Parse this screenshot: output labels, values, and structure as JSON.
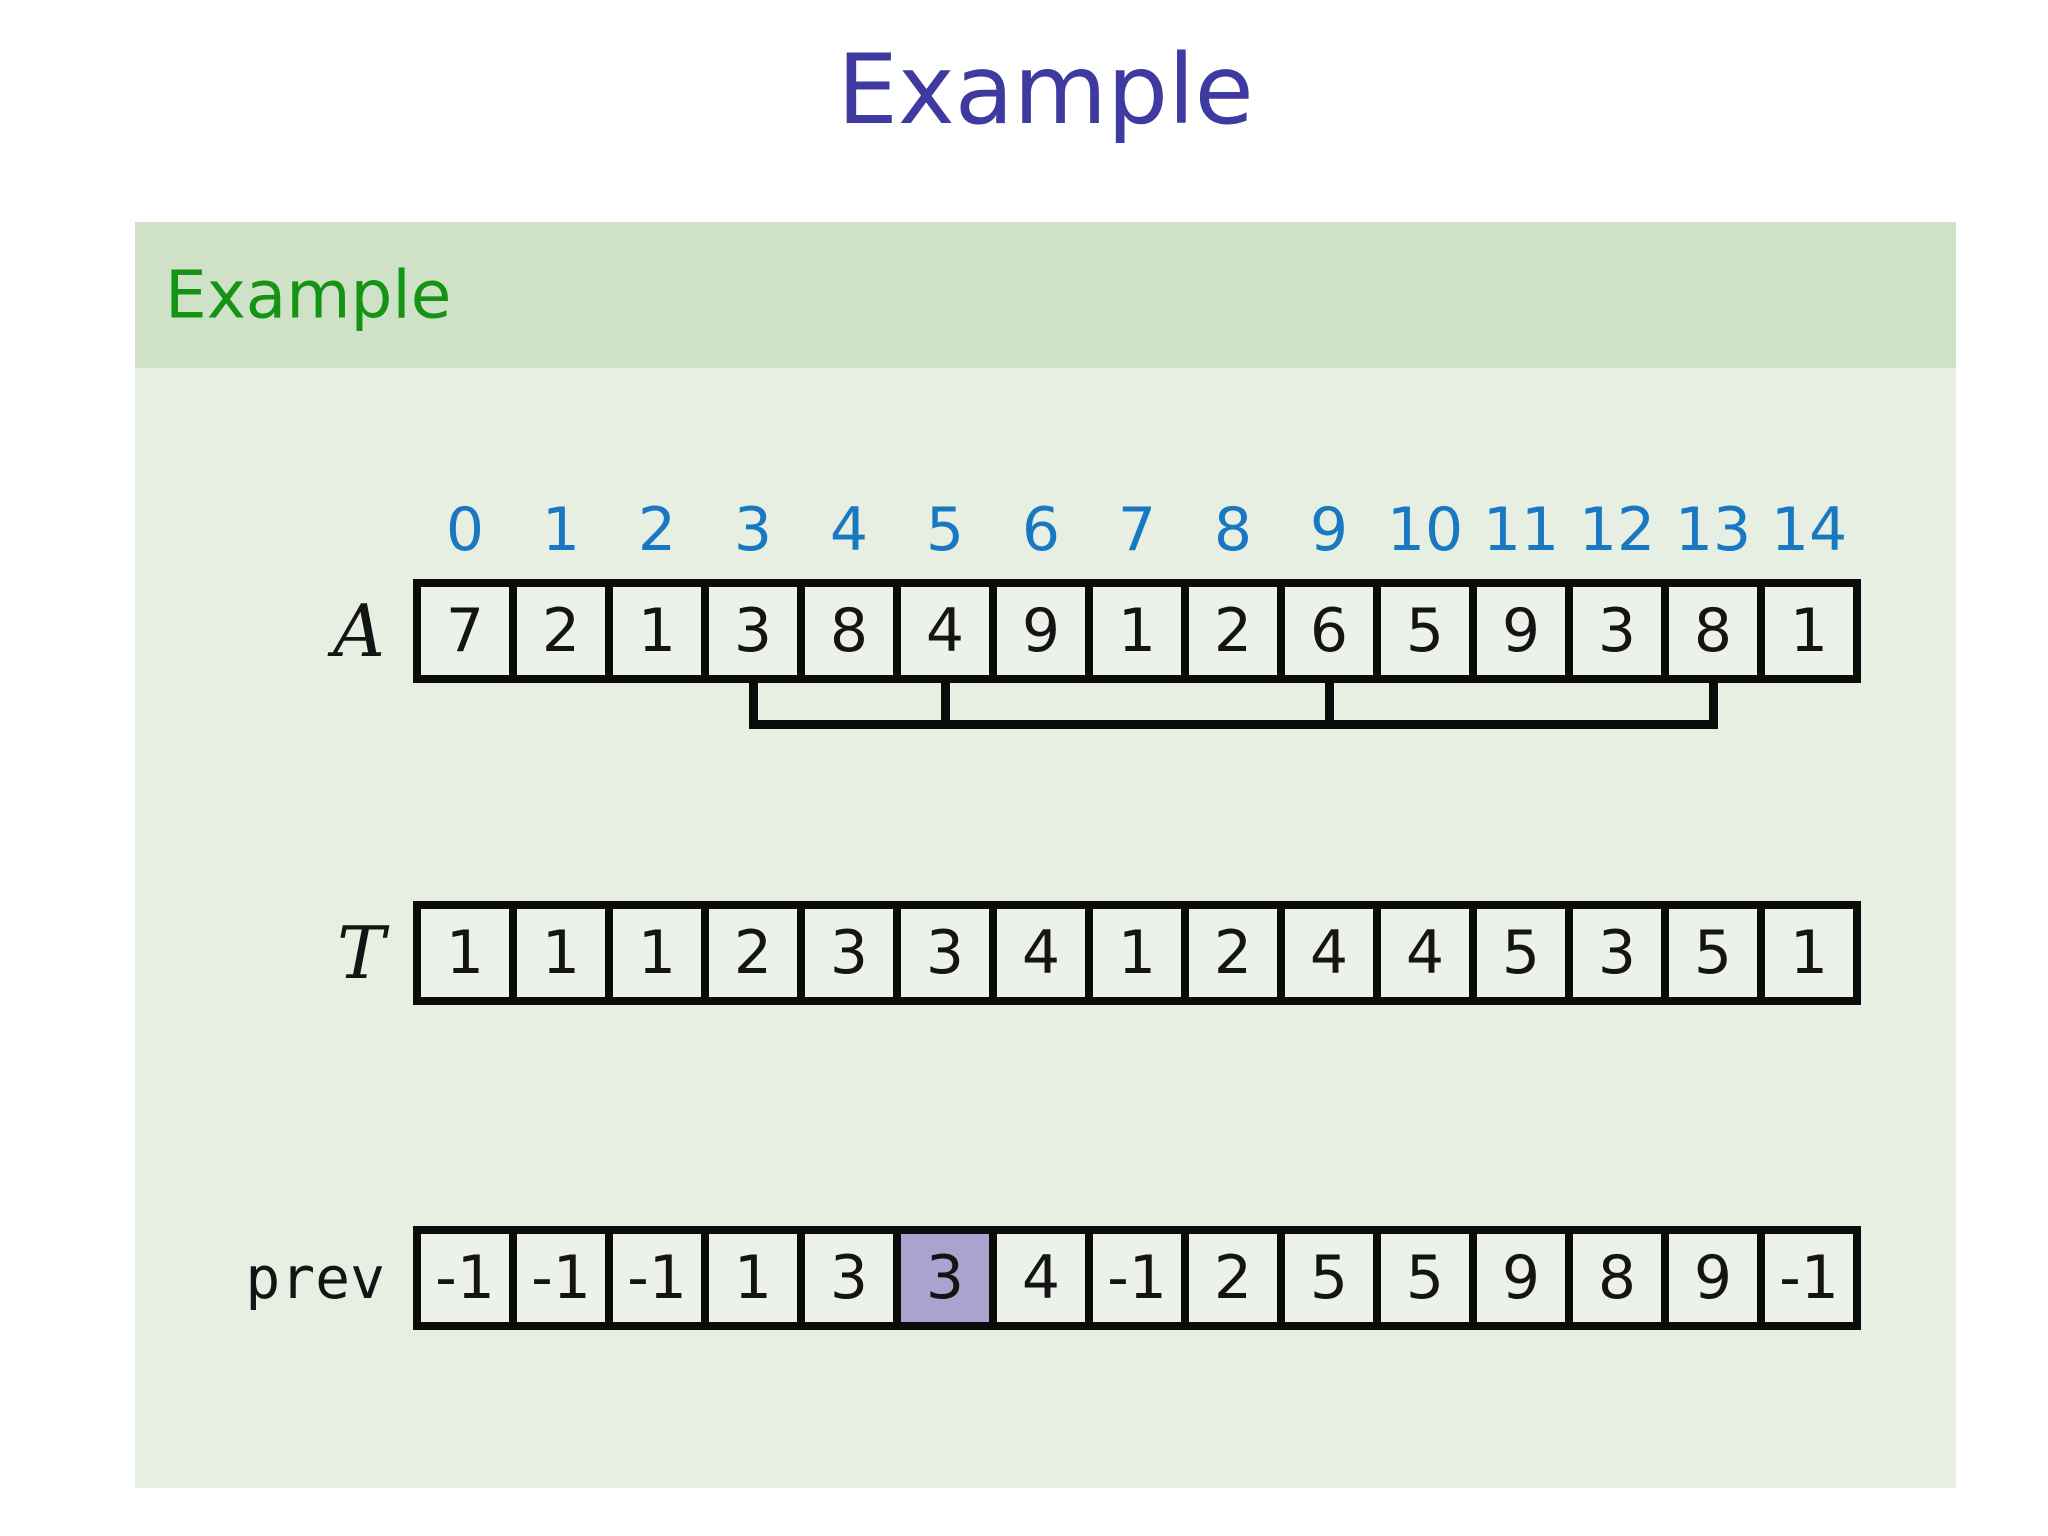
{
  "title": "Example",
  "panel": {
    "header": "Example"
  },
  "indices": [
    "0",
    "1",
    "2",
    "3",
    "4",
    "5",
    "6",
    "7",
    "8",
    "9",
    "10",
    "11",
    "12",
    "13",
    "14"
  ],
  "arrays": [
    {
      "label": "A",
      "values": [
        7,
        2,
        1,
        3,
        8,
        4,
        9,
        1,
        2,
        6,
        5,
        9,
        3,
        8,
        1
      ],
      "highlight_index": null
    },
    {
      "label": "T",
      "values": [
        1,
        1,
        1,
        2,
        3,
        3,
        4,
        1,
        2,
        4,
        4,
        5,
        3,
        5,
        1
      ],
      "highlight_index": null
    },
    {
      "label": "prev",
      "values": [
        -1,
        -1,
        -1,
        1,
        3,
        3,
        4,
        -1,
        2,
        5,
        5,
        9,
        8,
        9,
        -1
      ],
      "highlight_index": 5
    }
  ],
  "bracket": {
    "tick_cells": [
      3,
      5,
      9,
      13
    ]
  },
  "colors": {
    "title_text": "#3e3a9f",
    "block_title_text": "#149314",
    "block_header_bg": "#cfe2c7",
    "block_body_bg": "#e7efe3",
    "index_text": "#1878c2",
    "cell_bg": "#ecf1ea",
    "highlight_bg": "#aaa3d0",
    "line": "#0b0b0b"
  }
}
